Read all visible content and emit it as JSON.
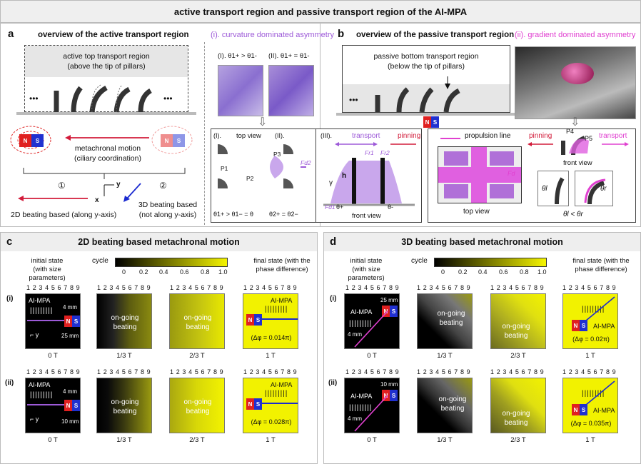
{
  "title": "active transport region and passive transport region of the AI-MPA",
  "panel_a": {
    "label": "a",
    "header": "overview of the active transport region",
    "region_line1": "active top transport region",
    "region_line2": "(above the tip of pillars)",
    "dots_left": "•••",
    "dots_right": "•••",
    "motion_line1": "metachronal motion",
    "motion_line2": "(ciliary coordination)",
    "magnet_n": "N",
    "magnet_s": "S",
    "opt1_num": "①",
    "opt2_num": "②",
    "opt1_text": "2D beating based (along y-axis)",
    "opt2_line1": "3D beating based",
    "opt2_line2": "(not along y-axis)",
    "axis_x": "x",
    "axis_y": "y"
  },
  "panel_i": {
    "header": "(i). curvature dominated asymmetry",
    "photo1_label": "(I). θ1+ > θ1-",
    "photo2_label": "(II). θ1+ = θ1-",
    "sub1": "(I).",
    "sub2": "(II).",
    "sub3": "(III).",
    "top_view": "top view",
    "front_view": "front view",
    "transport": "transport",
    "pinning": "pinning",
    "eq1": "θ1+ > θ1− = θ",
    "eq2": "θ2+ = θ2−",
    "p1": "P1",
    "p2": "P2",
    "p3": "P3",
    "fd1": "Fd1",
    "fd2": "Fd2",
    "fr1": "Fr1",
    "fr2": "Fr2",
    "h": "h",
    "gamma": "γ",
    "theta_plus": "θ+",
    "theta_minus": "θ-"
  },
  "panel_b": {
    "label": "b",
    "header": "overview of the passive transport region",
    "region_line1": "passive bottom transport region",
    "region_line2": "(below the tip of pillars)",
    "dots": "•••"
  },
  "panel_ii": {
    "header": "(ii). gradient dominated asymmetry",
    "propulsion_line": "propulsion line",
    "pinning": "pinning",
    "transport": "transport",
    "p4": "P4",
    "p5": "P5",
    "front_view": "front view",
    "top_view": "top view",
    "fd": "Fd",
    "theta_l": "θl",
    "theta_r": "θr",
    "ineq": "θl < θr"
  },
  "panel_c": {
    "label": "c",
    "header": "2D beating based metachronal motion",
    "initial_state": "initial state\n(with size parameters)",
    "final_state": "final state (with the\nphase difference)",
    "cycle": "cycle",
    "row_i": "(i)",
    "row_ii": "(ii)",
    "numbers": "1 2 3 4 5 6 7 8 9",
    "caption_0": "0 T",
    "caption_1": "1/3 T",
    "caption_2": "2/3 T",
    "caption_3": "1 T",
    "ai_mpa": "AI-MPA",
    "ongoing1": "on-going",
    "ongoing2": "beating",
    "dim_i_a": "4 mm",
    "dim_i_b": "25 mm",
    "dim_ii_a": "4 mm",
    "dim_ii_b": "10 mm",
    "phase_i": "(Δφ = 0.014π)",
    "phase_ii": "(Δφ = 0.028π)"
  },
  "panel_d": {
    "label": "d",
    "header": "3D beating based metachronal motion",
    "initial_state": "initial state\n(with size parameters)",
    "final_state": "final state (with the\nphase difference)",
    "cycle": "cycle",
    "row_i": "(i)",
    "row_ii": "(ii)",
    "numbers": "1 2 3 4 5 6 7 8 9",
    "caption_0": "0 T",
    "caption_1": "1/3 T",
    "caption_2": "2/3 T",
    "caption_3": "1 T",
    "ai_mpa": "AI-MPA",
    "ongoing1": "on-going",
    "ongoing2": "beating",
    "dim_i_a": "25 mm",
    "dim_i_b": "4 mm",
    "dim_ii_a": "10 mm",
    "dim_ii_b": "4 mm",
    "phase_i": "(Δφ = 0.02π)",
    "phase_ii": "(Δφ = 0.035π)"
  },
  "colorbar": {
    "ticks": [
      "0",
      "0.2",
      "0.4",
      "0.6",
      "0.8",
      "1.0"
    ],
    "start_color": "#000000",
    "end_color": "#f5f500"
  },
  "colors": {
    "purple": "#9d5ad8",
    "magenta": "#e040d0",
    "red": "#d21b3a",
    "navy": "#1a2ad0",
    "yellow": "#f2f200"
  }
}
